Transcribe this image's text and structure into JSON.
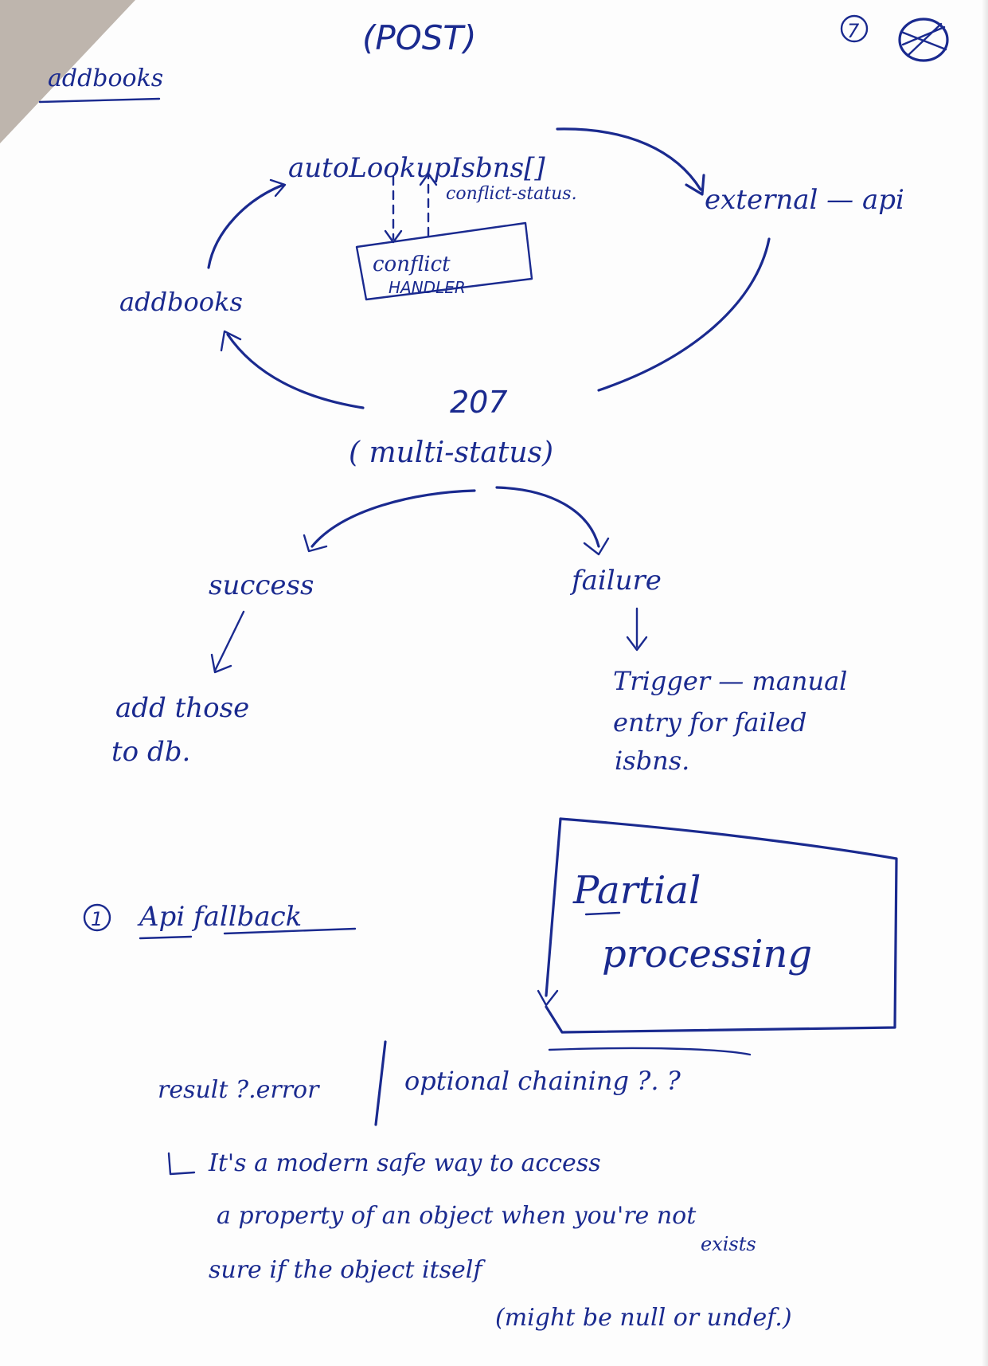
{
  "header": {
    "title": "(POST)",
    "page_number": "7",
    "top_left_fragment": "addbooks"
  },
  "diagram": {
    "nodes": {
      "auto_lookup": "autoLookupIsbns[]",
      "external_api": "external — api",
      "conflict_status": "conflict-status.",
      "conflict_handler_line1": "conflict",
      "conflict_handler_line2": "HANDLER",
      "add_books": "addbooks",
      "status_code": "207",
      "multi_status": "( multi-status)",
      "success": "success",
      "failure": "failure",
      "add_to_db_line1": "add those",
      "add_to_db_line2": "to db.",
      "trigger_line1": "Trigger — manual",
      "trigger_line2": "entry for failed",
      "trigger_line3": "isbns."
    }
  },
  "notes": {
    "item_number": "1",
    "api_fallback": "Api fallback",
    "partial_line1": "Partial",
    "partial_line2": "processing",
    "result_error": "result ?.error",
    "optional_chaining": "optional chaining ?. ?",
    "explanation_line1": "It's a modern safe way to access",
    "explanation_line2": "a property of an object when you're not",
    "explanation_line3_extra": "exists",
    "explanation_line3": "sure if the object itself",
    "explanation_line4": "(might be null or undef.)"
  },
  "colors": {
    "ink": "#1a2a8f",
    "paper": "#fdfdfd"
  }
}
